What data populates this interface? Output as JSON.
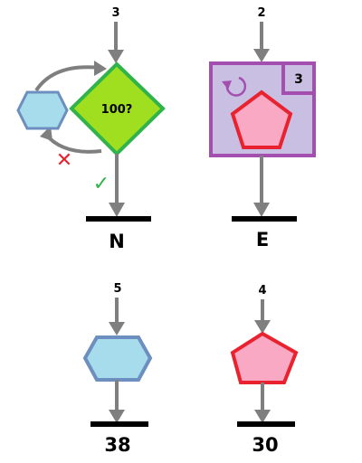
{
  "colors": {
    "arrow": "#7f7f7f",
    "bar": "#000000",
    "hex_fill": "#a6dcec",
    "hex_stroke": "#6d8fbf",
    "pent_fill": "#f9a9c3",
    "pent_stroke": "#e8232f",
    "diamond_fill": "#9fdf1f",
    "diamond_stroke": "#2fb34a",
    "repeat_fill": "#c8bfe3",
    "repeat_stroke": "#a44fb0",
    "cross": "#e8232f",
    "check": "#2fb34a"
  },
  "panels": [
    {
      "id": "decision",
      "input_count": "3",
      "condition_text": "100?",
      "false_mark": "✕",
      "true_mark": "✓",
      "shape_icon": "hexagon-icon",
      "result": "N"
    },
    {
      "id": "repeat",
      "input_count": "2",
      "repeat_count": "3",
      "repeat_icon": "repeat-icon",
      "shape_icon": "pentagon-icon",
      "result": "E"
    },
    {
      "id": "hexagon",
      "input_count": "5",
      "shape_icon": "hexagon-icon",
      "result": "38"
    },
    {
      "id": "pentagon",
      "input_count": "4",
      "shape_icon": "pentagon-icon",
      "result": "30"
    }
  ]
}
